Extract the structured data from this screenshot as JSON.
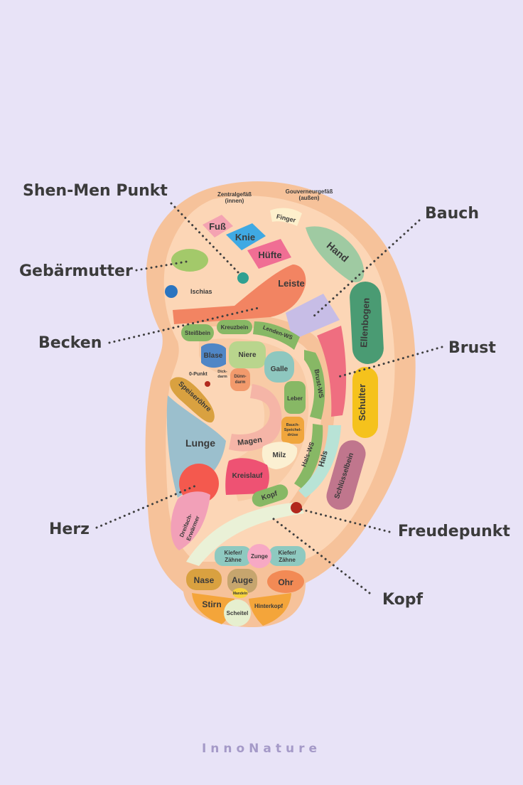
{
  "brand": "InnoNature",
  "callouts": {
    "shen_men": "Shen-Men Punkt",
    "gebaermutter": "Gebärmutter",
    "becken": "Becken",
    "herz": "Herz",
    "bauch": "Bauch",
    "brust": "Brust",
    "freudepunkt": "Freudepunkt",
    "kopf": "Kopf"
  },
  "zones": {
    "zentralgefaess_1": "Zentralgefäß",
    "zentralgefaess_2": "(innen)",
    "gouverneurgefaess_1": "Gouverneurgefäß",
    "gouverneurgefaess_2": "(außen)",
    "finger": "Finger",
    "fuss": "Fuß",
    "knie": "Knie",
    "huefte": "Hüfte",
    "hand": "Hand",
    "leiste": "Leiste",
    "ischias": "Ischias",
    "ellenbogen": "Ellenbogen",
    "steissbein": "Steißbein",
    "kreuzbein": "Kreuzbein",
    "lenden_ws": "Lenden-WS",
    "blase": "Blase",
    "niere": "Niere",
    "galle": "Galle",
    "brust_ws": "Brust-WS",
    "o_punkt": "0-Punkt",
    "dickdarm_1": "Dick-",
    "dickdarm_2": "darm",
    "duenndarm_1": "Dünn-",
    "duenndarm_2": "darm",
    "speiseroehre": "Speiseröhre",
    "leber": "Leber",
    "schulter": "Schulter",
    "bauchspeicheldruese_1": "Bauch-",
    "bauchspeicheldruese_2": "Speichel-",
    "bauchspeicheldruese_3": "drüse",
    "lunge": "Lunge",
    "magen": "Magen",
    "milz": "Milz",
    "hals_ws": "Hals-WS",
    "hals": "Hals",
    "schluesselbein": "Schlüsselbein",
    "kreislauf": "Kreislauf",
    "kopf_zone": "Kopf",
    "dreifach_1": "Dreifach-",
    "dreifach_2": "Erwärmer",
    "kiefer_l_1": "Kiefer/",
    "kiefer_l_2": "Zähne",
    "zunge": "Zunge",
    "kiefer_r_1": "Kiefer/",
    "kiefer_r_2": "Zähne",
    "nase": "Nase",
    "auge": "Auge",
    "mandeln": "Mandeln",
    "ohr": "Ohr",
    "stirn": "Stirn",
    "scheitel": "Scheitel",
    "hinterkopf": "Hinterkopf"
  },
  "colors": {
    "background": "#e8e3f7",
    "ear_outer": "#f6c29a",
    "ear_inner": "#fcd6b6",
    "text": "#3b3b3b",
    "brand": "#a59ac8"
  },
  "icons": [
    "ear-illustration",
    "dotted-leader-lines"
  ]
}
